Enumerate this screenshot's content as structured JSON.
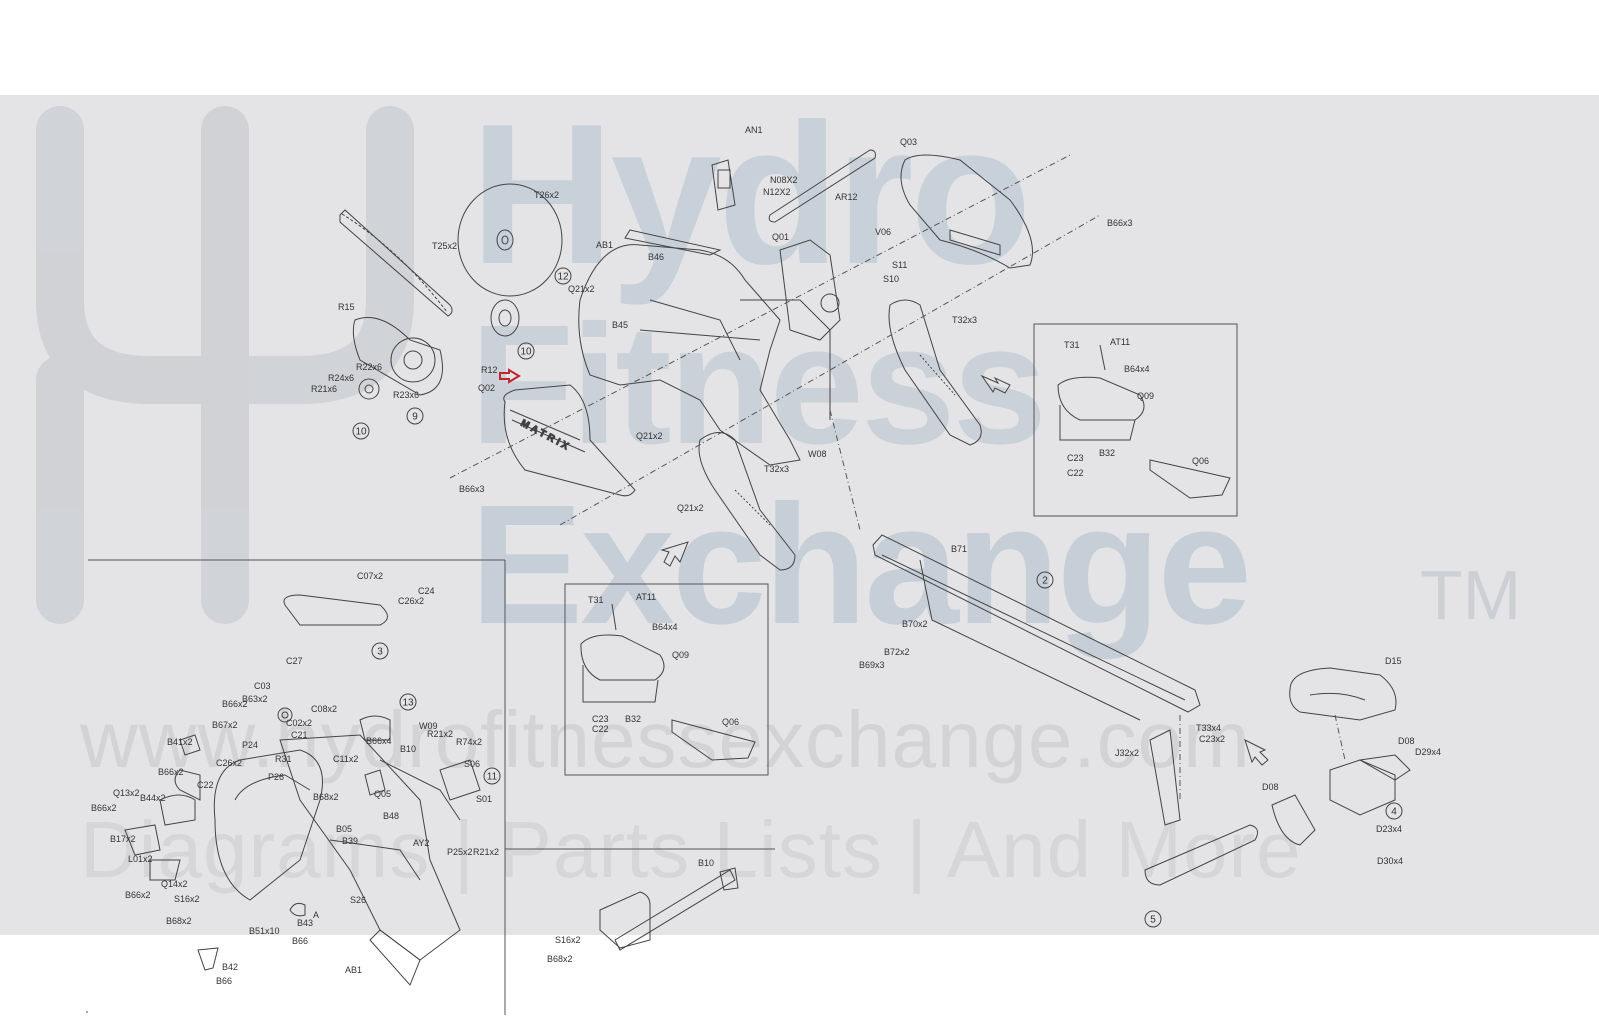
{
  "watermark": {
    "brand_line1": "Hydro",
    "brand_line2": "Fitness",
    "brand_line3": "Exchange",
    "trademark": "TM",
    "url": "www.hydrofitnessexchange.com",
    "tagline": "Diagrams | Parts Lists | And More"
  },
  "colors": {
    "band": "#e4e4e6",
    "watermark_blue": "#c8d0da",
    "line": "#444444",
    "arrow_highlight": "#c0262c"
  },
  "callouts": {
    "top_assembly": [
      "AN1",
      "N08X2",
      "N12X2",
      "AR12",
      "Q03",
      "B66x3",
      "AB1",
      "Q01",
      "V06",
      "S11",
      "S10",
      "B46",
      "Q21x2",
      "B45",
      "T26x2",
      "T25x2",
      "R15",
      "R22x6",
      "R24x6",
      "R21x6",
      "R23x6",
      "R12",
      "Q02",
      "Q21x2",
      "B66x3",
      "T32x3",
      "T32x3",
      "W08",
      "Q21x2"
    ],
    "circled": [
      "12",
      "10",
      "10",
      "9",
      "2",
      "3",
      "13",
      "11",
      "4",
      "5"
    ],
    "inset_right": [
      "T31",
      "AT11",
      "B64x4",
      "Q09",
      "C23",
      "B32",
      "C22",
      "Q06"
    ],
    "inset_center": [
      "T31",
      "AT11",
      "B64x4",
      "Q09",
      "C23",
      "B32",
      "C22",
      "Q06"
    ],
    "rail": [
      "B71",
      "B70x2",
      "B72x2",
      "B69x3",
      "T33x4",
      "C23x2",
      "J32x2",
      "D15",
      "D08",
      "D29x4",
      "D08",
      "D23x4",
      "D30x4"
    ],
    "frame": [
      "C07x2",
      "C24",
      "C26x2",
      "C27",
      "C03",
      "B63x2",
      "B66x2",
      "B67x2",
      "C02x2",
      "C08x2",
      "C21",
      "P24",
      "R31",
      "P26",
      "B41x2",
      "C26x2",
      "B66x4",
      "B10",
      "R21x2",
      "R74x2",
      "S06",
      "W09",
      "B66x2",
      "C22",
      "C11x2",
      "Q05",
      "Q13x2",
      "B44x2",
      "B66x2",
      "B68x2",
      "S01",
      "B48",
      "AY2",
      "P25x2",
      "R21x2",
      "B17x2",
      "L01x2",
      "Q14x2",
      "B39",
      "B05",
      "B66x2",
      "S16x2",
      "B68x2",
      "S26",
      "B51x10",
      "B43",
      "B66",
      "A",
      "B42",
      "B66",
      "AB1"
    ],
    "lower_detail": [
      "B10",
      "S16x2",
      "B68x2"
    ],
    "brand_on_part": "MATRIX"
  }
}
